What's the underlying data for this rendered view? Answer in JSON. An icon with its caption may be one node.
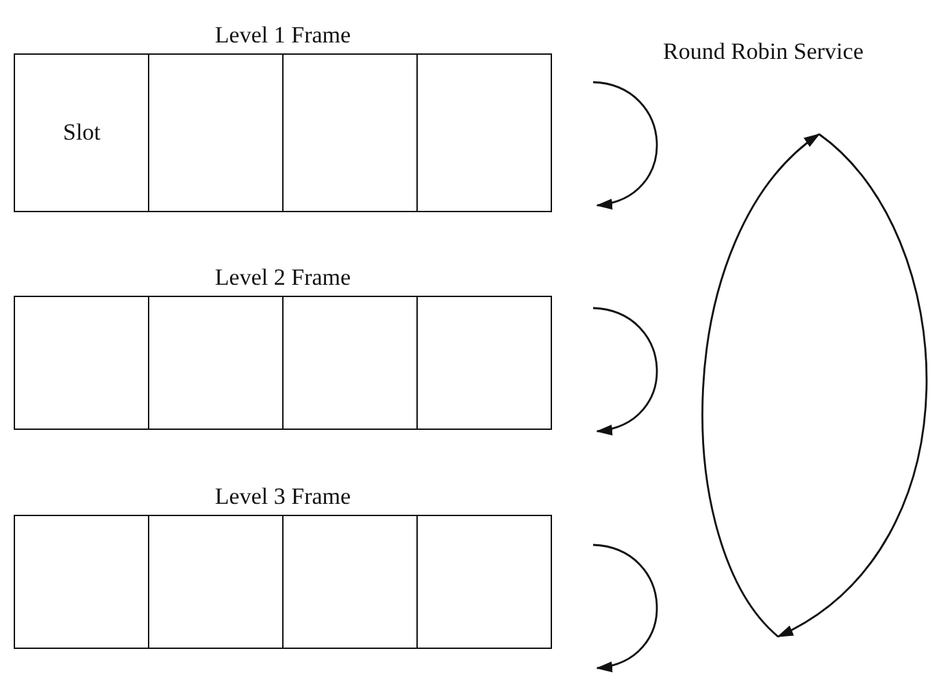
{
  "diagram": {
    "nodes": [
      {
        "text": [
          "Level 1 Frame"
        ]
      },
      {
        "text": [
          "Slot"
        ],
        "in": 0
      },
      {
        "text": [],
        "shape": "box",
        "in": 0
      },
      {
        "text": [],
        "shape": "box",
        "in": 0
      },
      {
        "text": [],
        "shape": "box",
        "in": 0
      },
      {
        "text": [
          "Level 2 Frame"
        ]
      },
      {
        "text": [],
        "shape": "box",
        "in": 5
      },
      {
        "text": [],
        "shape": "box",
        "in": 5
      },
      {
        "text": [],
        "shape": "box",
        "in": 5
      },
      {
        "text": [],
        "shape": "box",
        "in": 5
      },
      {
        "text": [
          "Level 3 Frame"
        ]
      },
      {
        "text": [],
        "shape": "box",
        "in": 10
      },
      {
        "text": [],
        "shape": "box",
        "in": 10
      },
      {
        "text": [],
        "shape": "box",
        "in": 10
      },
      {
        "text": [],
        "shape": "box",
        "in": 10
      }
    ],
    "edges": [],
    "labels": [
      "Round Robin Service"
    ]
  }
}
